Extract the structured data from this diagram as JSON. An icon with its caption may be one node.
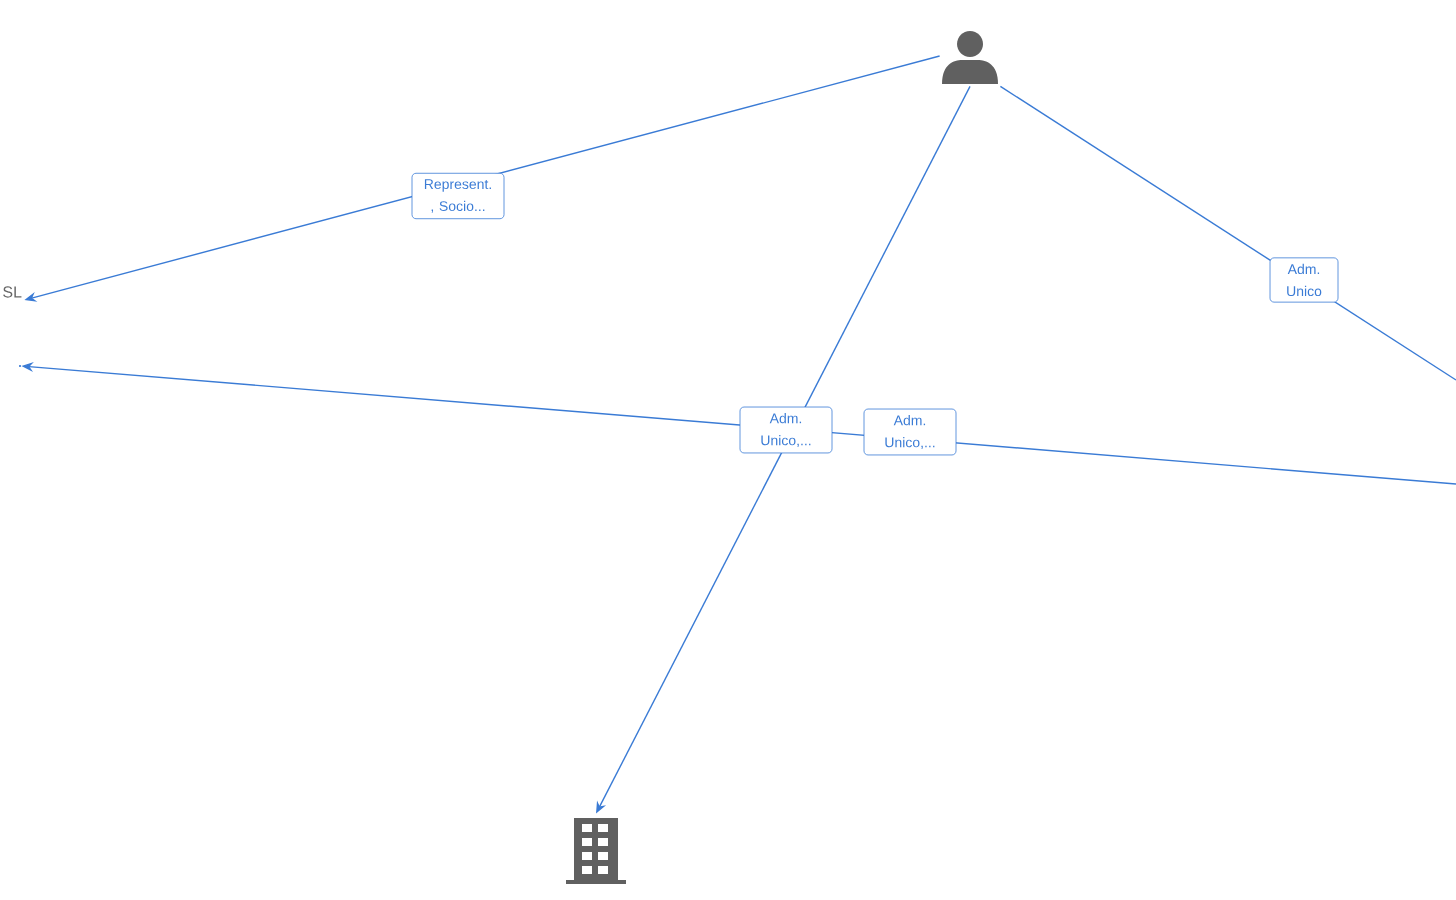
{
  "diagram": {
    "nodes": [
      {
        "text": [],
        "shape": "person"
      },
      {
        "text": [
          "SL"
        ]
      },
      {
        "text": [],
        "shape": "point"
      },
      {
        "text": [],
        "shape": "building"
      }
    ],
    "edges": [
      {
        "from": 0,
        "to": 1,
        "arrow": "to",
        "label": "Represent. , Socio..."
      },
      {
        "from": 0,
        "to": 3,
        "arrow": "to",
        "label": "Adm. Unico,..."
      },
      {
        "from": 0,
        "to": null,
        "arrow": "none",
        "label": "Adm. Unico"
      },
      {
        "from": null,
        "to": 2,
        "arrow": "to",
        "label": "Adm. Unico,..."
      }
    ]
  }
}
